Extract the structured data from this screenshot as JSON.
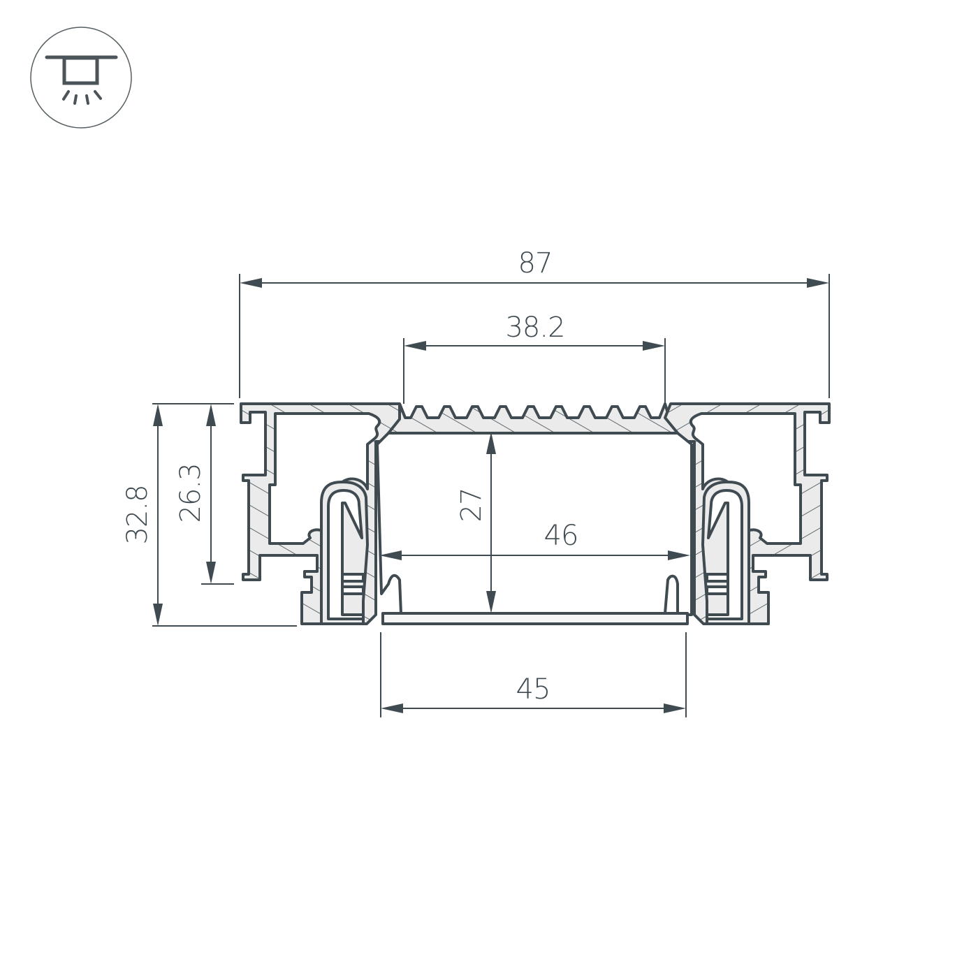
{
  "icon": {
    "name": "recessed-mount-icon",
    "description": "ceiling recessed lamp with light rays"
  },
  "colors": {
    "line": "#3f4a51",
    "fill": "#ebebeb",
    "background": "#ffffff"
  },
  "dimensions": {
    "overall_width": "87",
    "top_opening_width": "38.2",
    "overall_height": "32.8",
    "flange_height": "26.3",
    "inner_height": "27",
    "inner_width": "46",
    "bottom_width": "45"
  }
}
